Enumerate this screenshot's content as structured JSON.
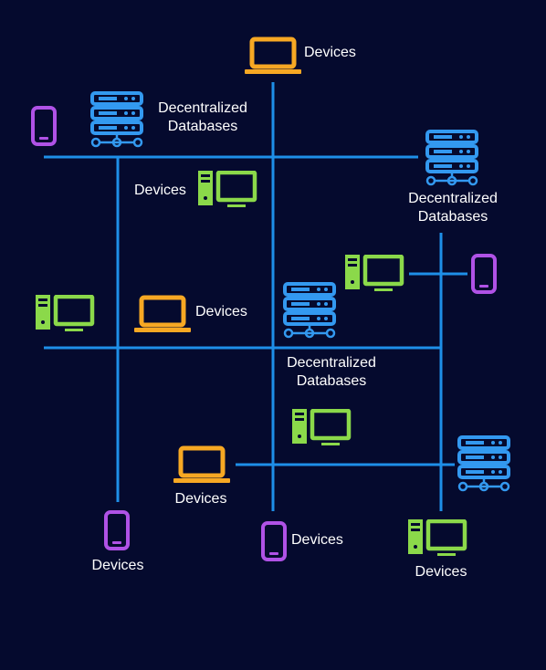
{
  "labels": {
    "devices": "Devices",
    "db_line1": "Decentralized",
    "db_line2": "Databases"
  },
  "colors": {
    "background": "#050a2e",
    "network_line": "#1e8fe8",
    "laptop": "#f7a823",
    "phone": "#b052e6",
    "desktop": "#8bd94a",
    "server": "#3399f0"
  },
  "nodes": [
    {
      "type": "laptop-icon",
      "label": "Devices"
    },
    {
      "type": "server-icon",
      "label": "Decentralized Databases"
    },
    {
      "type": "phone-icon"
    },
    {
      "type": "server-icon",
      "label": "Decentralized Databases"
    },
    {
      "type": "desktop-icon",
      "label": "Devices"
    },
    {
      "type": "desktop-icon"
    },
    {
      "type": "phone-icon"
    },
    {
      "type": "desktop-icon"
    },
    {
      "type": "laptop-icon",
      "label": "Devices"
    },
    {
      "type": "server-icon",
      "label": "Decentralized Databases"
    },
    {
      "type": "desktop-icon"
    },
    {
      "type": "laptop-icon",
      "label": "Devices"
    },
    {
      "type": "server-icon"
    },
    {
      "type": "phone-icon",
      "label": "Devices"
    },
    {
      "type": "phone-icon",
      "label": "Devices"
    },
    {
      "type": "desktop-icon",
      "label": "Devices"
    }
  ]
}
